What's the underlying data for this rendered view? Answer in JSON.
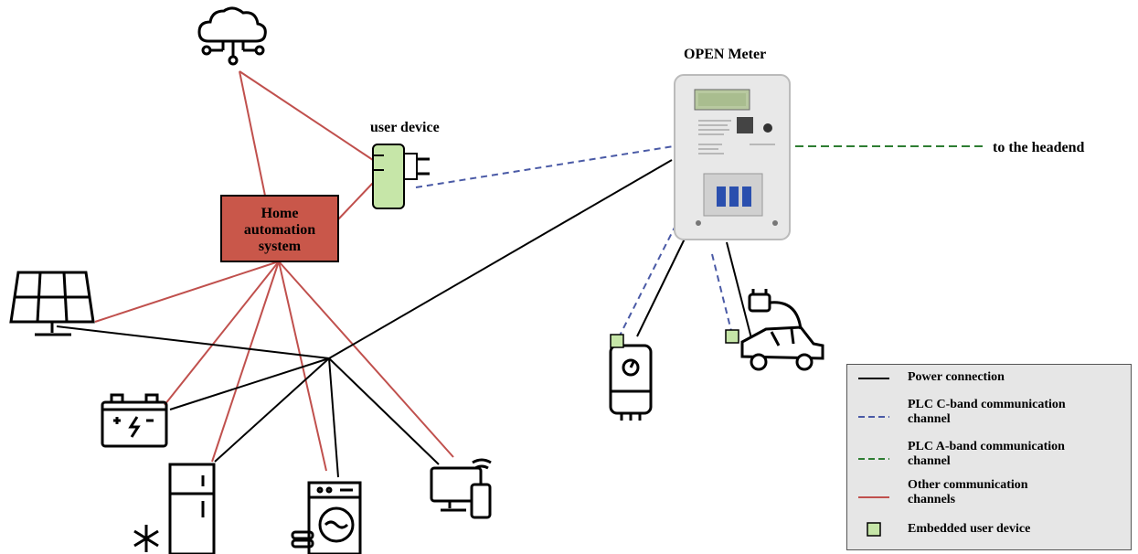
{
  "labels": {
    "open_meter": "OPEN Meter",
    "user_device": "user device",
    "headend": "to the headend",
    "home_automation_line1": "Home",
    "home_automation_line2": "automation",
    "home_automation_line3": "system"
  },
  "legend": {
    "items": [
      {
        "label_lines": [
          "Power connection"
        ],
        "style": "solid",
        "color": "#000000"
      },
      {
        "label_lines": [
          "PLC C-band communication",
          "channel"
        ],
        "style": "dashed",
        "color": "#4a5aa6"
      },
      {
        "label_lines": [
          "PLC A-band communication",
          "channel"
        ],
        "style": "dashed",
        "color": "#2e7d32"
      },
      {
        "label_lines": [
          "Other communication",
          "channels"
        ],
        "style": "solid",
        "color": "#c0504d"
      },
      {
        "label_lines": [
          "Embedded user device"
        ],
        "style": "square",
        "color": "#c6e6a8"
      }
    ]
  },
  "colors": {
    "power": "#000000",
    "plc_c_band": "#4a5aa6",
    "plc_a_band": "#2e7d32",
    "other_comm": "#c0504d",
    "home_automation_fill": "#c9574a",
    "embedded_device_fill": "#c6e6a8",
    "legend_background": "#e6e6e6"
  },
  "icons": {
    "cloud": "cloud-icon",
    "plug": "plug-adapter-icon",
    "meter": "smart-meter-icon",
    "solar": "solar-panel-icon",
    "battery": "battery-icon",
    "fridge": "fridge-icon",
    "snowflake": "snowflake-icon",
    "washer": "washing-machine-icon",
    "tv": "tv-remote-icon",
    "boiler": "water-heater-icon",
    "ev": "electric-car-icon"
  }
}
